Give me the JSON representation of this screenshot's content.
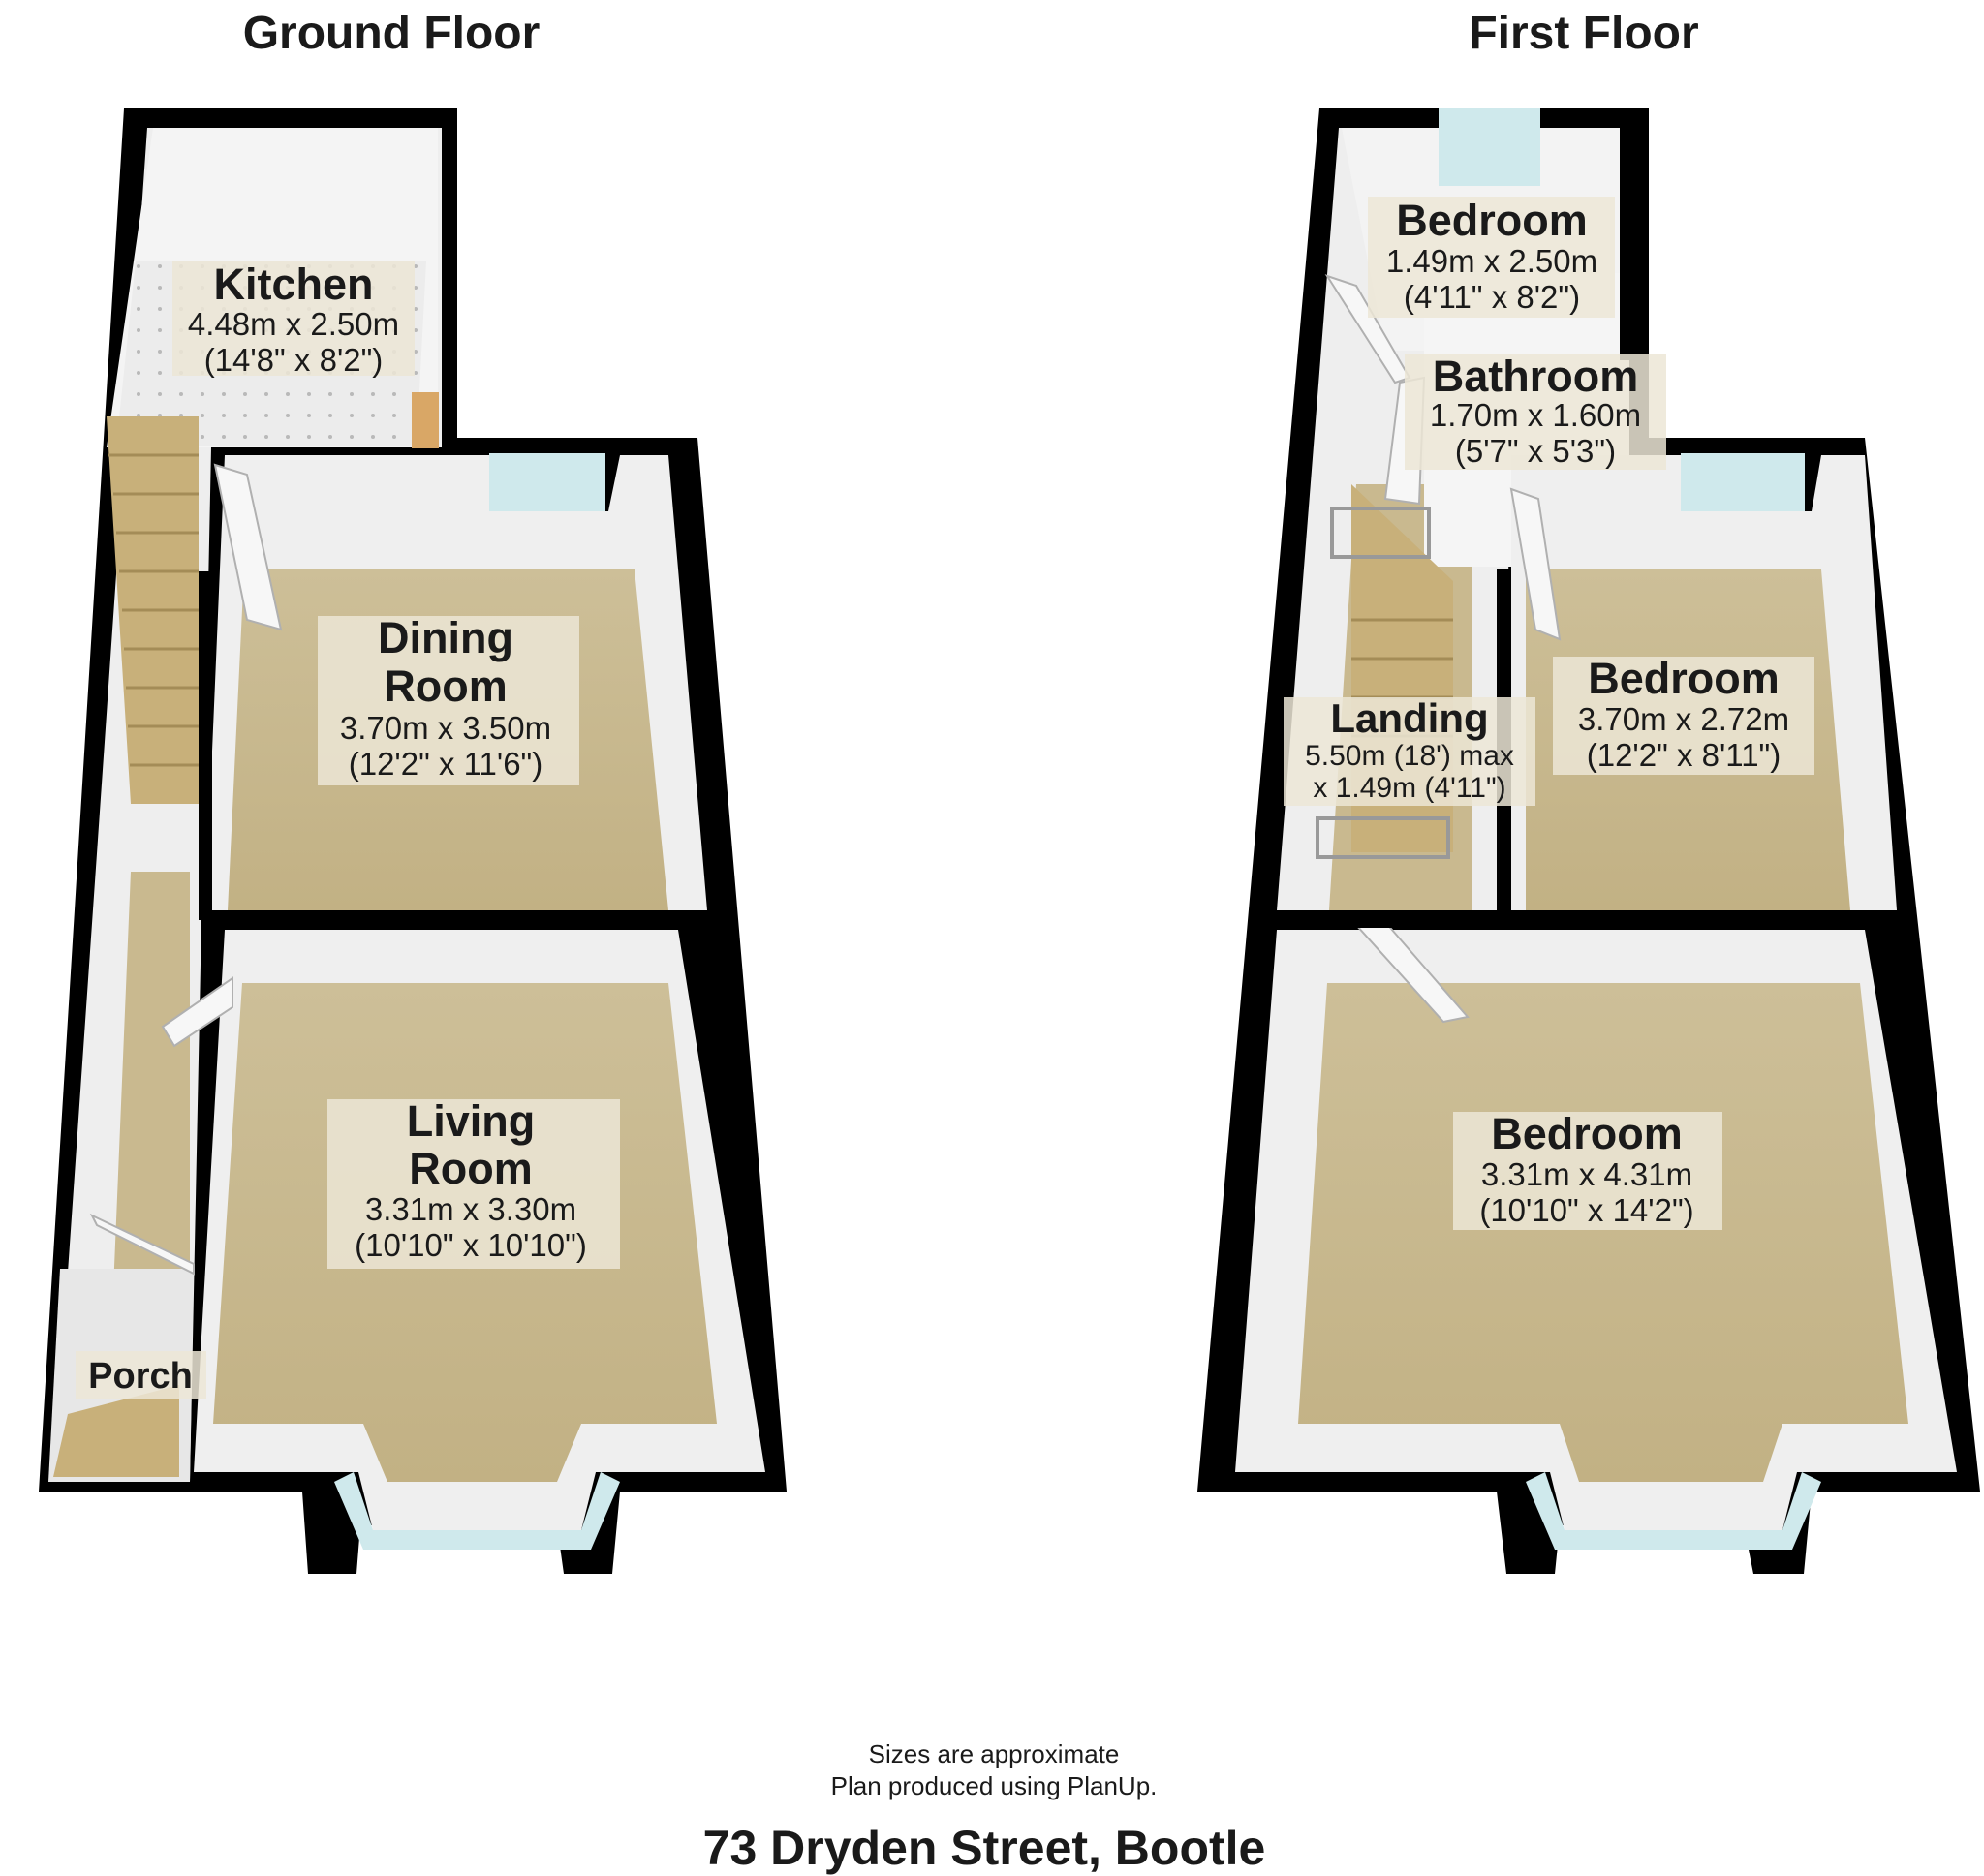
{
  "floors": {
    "ground": {
      "title": "Ground Floor",
      "rooms": [
        {
          "name": "Kitchen",
          "metric": "4.48m x 2.50m",
          "imperial": "(14'8\" x 8'2\")"
        },
        {
          "name_line1": "Dining",
          "name_line2": "Room",
          "metric": "3.70m x 3.50m",
          "imperial": "(12'2\" x 11'6\")"
        },
        {
          "name_line1": "Living",
          "name_line2": "Room",
          "metric": "3.31m x 3.30m",
          "imperial": "(10'10\" x 10'10\")"
        },
        {
          "name": "Porch"
        }
      ]
    },
    "first": {
      "title": "First Floor",
      "rooms": [
        {
          "name": "Bedroom",
          "metric": "1.49m x 2.50m",
          "imperial": "(4'11\" x 8'2\")"
        },
        {
          "name": "Bathroom",
          "metric": "1.70m x 1.60m",
          "imperial": "(5'7\" x 5'3\")"
        },
        {
          "name": "Landing",
          "metric": "5.50m (18') max",
          "imperial": "x 1.49m (4'11\")"
        },
        {
          "name": "Bedroom",
          "metric": "3.70m x 2.72m",
          "imperial": "(12'2\" x 8'11\")"
        },
        {
          "name": "Bedroom",
          "metric": "3.31m x 4.31m",
          "imperial": "(10'10\" x 14'2\")"
        }
      ]
    }
  },
  "footer": {
    "note_line1": "Sizes are approximate",
    "note_line2": "Plan produced using PlanUp.",
    "address": "73 Dryden Street, Bootle"
  },
  "colors": {
    "wall": "#000000",
    "inner_wall": "#f2f2f2",
    "carpet": "#c9b98f",
    "window": "#cfe9ec",
    "stairs": "#c8b07a",
    "tile_floor": "#e8e8e8"
  }
}
